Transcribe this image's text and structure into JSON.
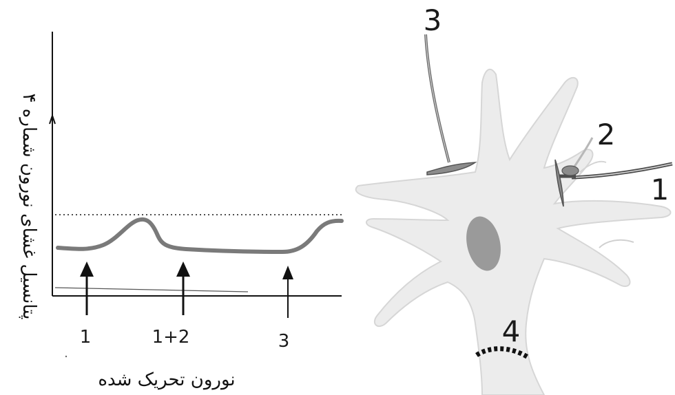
{
  "graph": {
    "y_axis_title": "پتانسیل غشای نورون شماره ۴",
    "x_axis_title": "نورون تحریک شده",
    "stimulus_labels": [
      "1",
      "1+2",
      "3"
    ]
  },
  "neuron": {
    "labels": {
      "axon_terminal_3": "3",
      "axon_terminal_2": "2",
      "axon_terminal_1": "1",
      "axon_hillock_4": "4"
    }
  },
  "colors": {
    "trace": "#7a7a7a",
    "threshold_line": "#333333",
    "neuron_fill": "#ececec",
    "nucleus": "#9a9a9a",
    "terminal_fill": "#8c8c8c"
  }
}
